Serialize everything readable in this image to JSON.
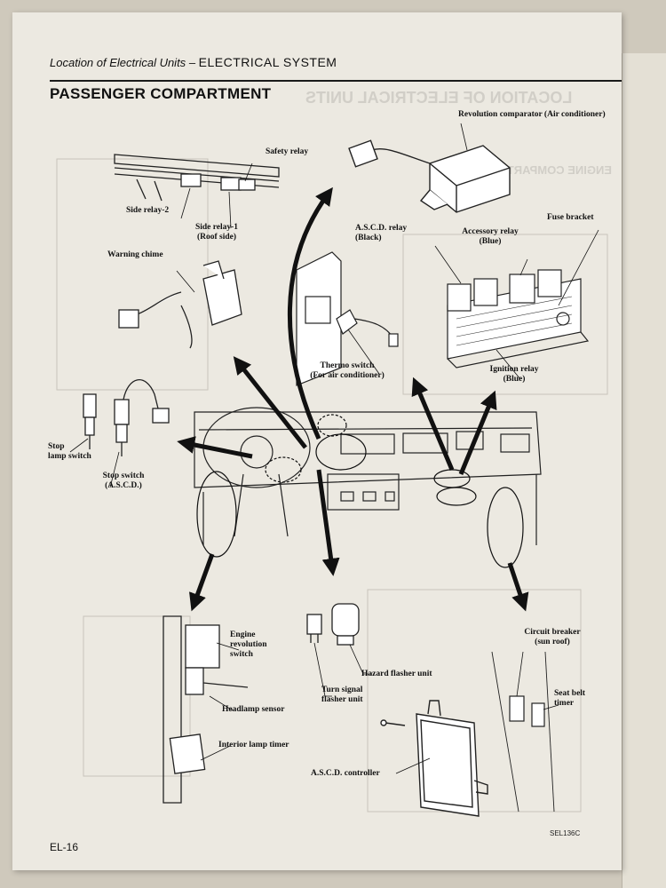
{
  "header": {
    "section_italic": "Location of Electrical Units",
    "separator": "–",
    "system": "ELECTRICAL SYSTEM"
  },
  "title": "PASSENGER COMPARTMENT",
  "labels": {
    "safety_relay": "Safety relay",
    "side_relay_2": "Side relay-2",
    "side_relay_1": "Side relay-1",
    "roof_side": "(Roof side)",
    "warning_chime": "Warning chime",
    "revolution_comparator": "Revolution comparator (Air conditioner)",
    "ascd_relay": "A.S.C.D. relay",
    "ascd_relay_color": "(Black)",
    "accessory_relay": "Accessory relay",
    "accessory_relay_color": "(Blue)",
    "fuse_bracket": "Fuse bracket",
    "thermo_switch": "Thermo switch",
    "thermo_switch_note": "(For air conditioner)",
    "ignition_relay": "Ignition relay",
    "ignition_relay_color": "(Blue)",
    "stop_lamp_switch_1": "Stop",
    "stop_lamp_switch_2": "lamp switch",
    "stop_switch": "Stop switch",
    "stop_switch_note": "(A.S.C.D.)",
    "engine_revolution_1": "Engine",
    "engine_revolution_2": "revolution",
    "engine_revolution_3": "switch",
    "headlamp_sensor": "Headlamp sensor",
    "interior_lamp_timer": "Interior lamp timer",
    "hazard_flasher": "Hazard flasher unit",
    "turn_signal_1": "Turn signal",
    "turn_signal_2": "flasher unit",
    "ascd_controller": "A.S.C.D. controller",
    "circuit_breaker": "Circuit breaker",
    "circuit_breaker_note": "(sun roof)",
    "seat_belt_1": "Seat belt",
    "seat_belt_2": "timer"
  },
  "figure_code": "SEL136C",
  "page_number": "EL-16"
}
